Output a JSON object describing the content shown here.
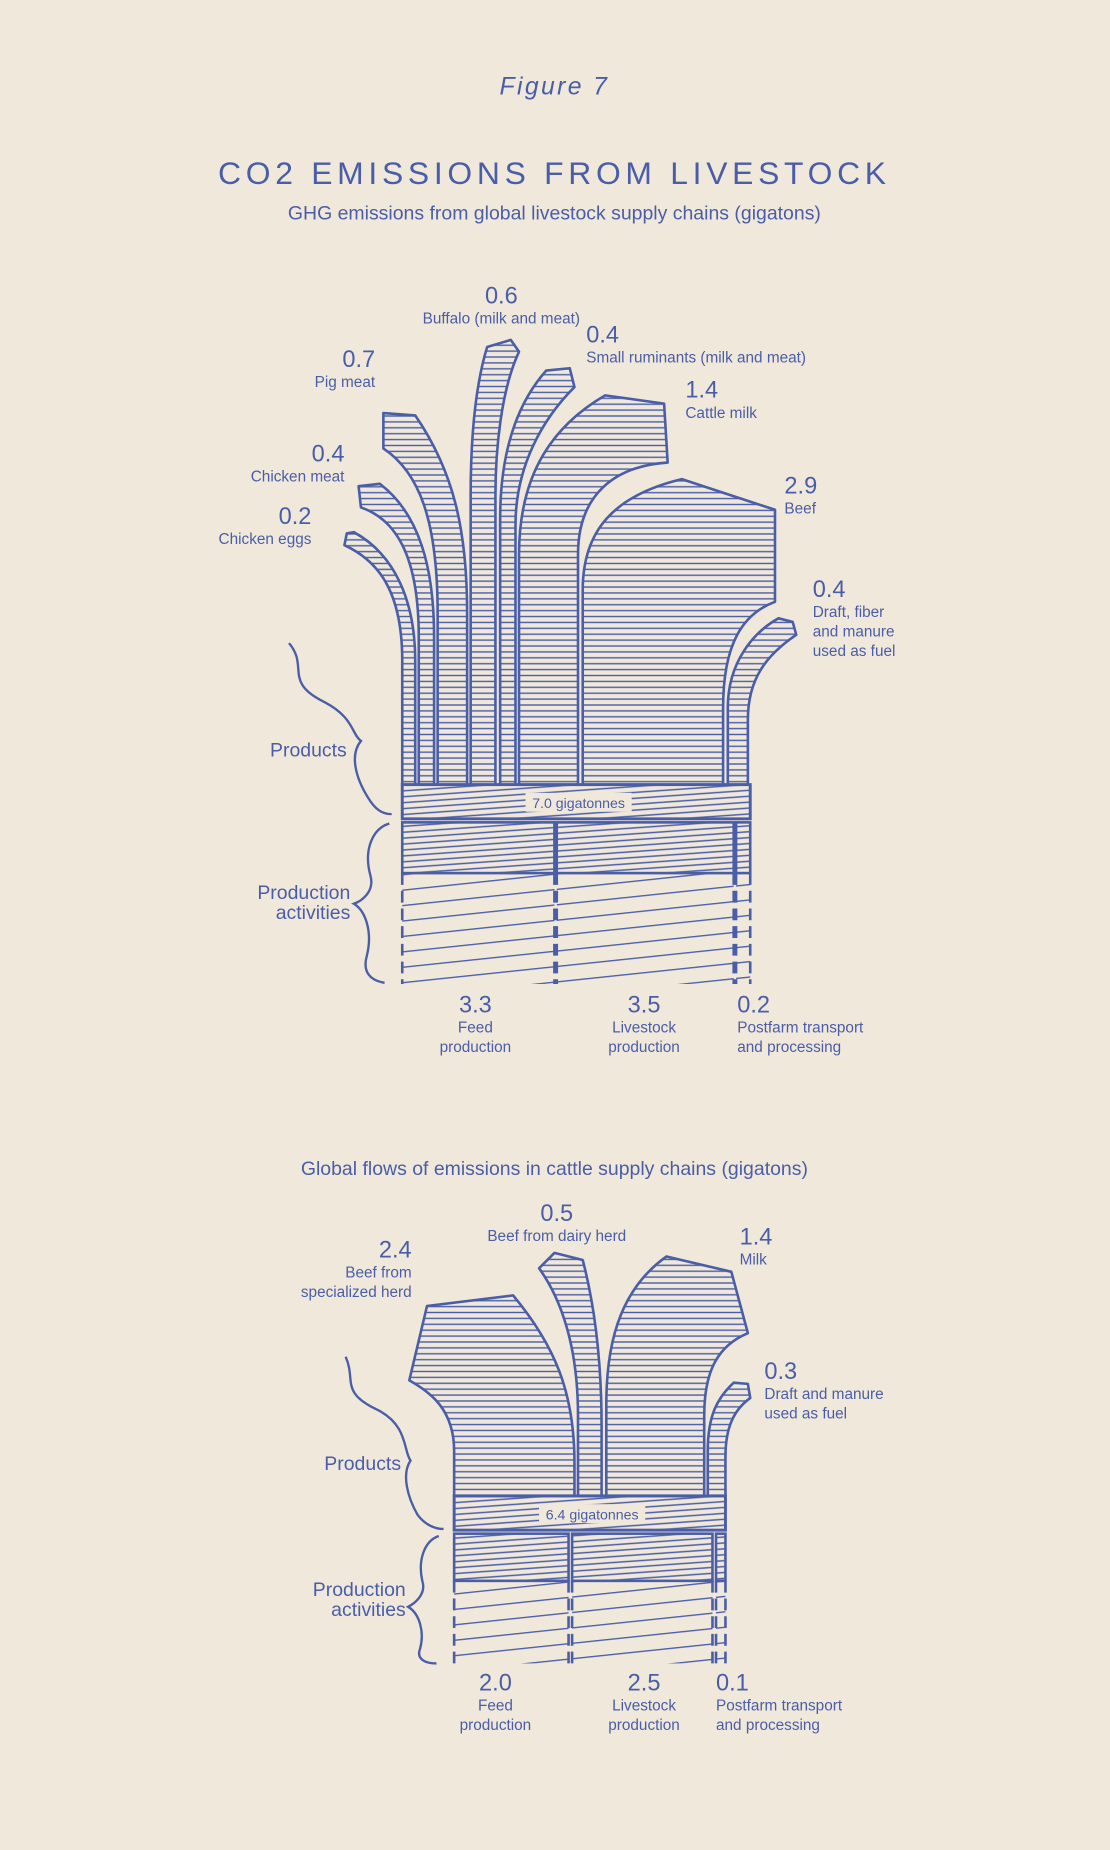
{
  "figure_label": "Figure 7",
  "title": "CO2 EMISSIONS FROM LIVESTOCK",
  "colors": {
    "background": "#f0e8da",
    "ink": "#4a5ea8"
  },
  "chart_data": [
    {
      "type": "sankey",
      "title": "GHG emissions from global livestock supply chains (gigatons)",
      "total_label": "7.0 gigatonnes",
      "total": 7.0,
      "products_label": "Products",
      "activities_label": [
        "Production",
        "activities"
      ],
      "products": [
        {
          "name": "Chicken eggs",
          "lines": [
            "Chicken eggs"
          ],
          "value": 0.2,
          "value_label": "0.2"
        },
        {
          "name": "Chicken meat",
          "lines": [
            "Chicken meat"
          ],
          "value": 0.4,
          "value_label": "0.4"
        },
        {
          "name": "Pig meat",
          "lines": [
            "Pig meat"
          ],
          "value": 0.7,
          "value_label": "0.7"
        },
        {
          "name": "Buffalo (milk and meat)",
          "lines": [
            "Buffalo (milk and meat)"
          ],
          "value": 0.6,
          "value_label": "0.6"
        },
        {
          "name": "Small ruminants (milk and meat)",
          "lines": [
            "Small ruminants (milk and meat)"
          ],
          "value": 0.4,
          "value_label": "0.4"
        },
        {
          "name": "Cattle milk",
          "lines": [
            "Cattle milk"
          ],
          "value": 1.4,
          "value_label": "1.4"
        },
        {
          "name": "Beef",
          "lines": [
            "Beef"
          ],
          "value": 2.9,
          "value_label": "2.9"
        },
        {
          "name": "Draft, fiber and manure used as fuel",
          "lines": [
            "Draft, fiber",
            "and manure",
            "used as fuel"
          ],
          "value": 0.4,
          "value_label": "0.4"
        }
      ],
      "activities": [
        {
          "name": "Feed production",
          "lines": [
            "Feed",
            "production"
          ],
          "value": 3.3,
          "value_label": "3.3"
        },
        {
          "name": "Livestock production",
          "lines": [
            "Livestock",
            "production"
          ],
          "value": 3.5,
          "value_label": "3.5"
        },
        {
          "name": "Postfarm transport and processing",
          "lines": [
            "Postfarm transport",
            "and processing"
          ],
          "value": 0.2,
          "value_label": "0.2"
        }
      ]
    },
    {
      "type": "sankey",
      "title": "Global flows of emissions in cattle supply chains (gigatons)",
      "total_label": "6.4 gigatonnes",
      "total": 6.4,
      "products_label": "Products",
      "activities_label": [
        "Production",
        "activities"
      ],
      "products": [
        {
          "name": "Beef from specialized herd",
          "lines": [
            "Beef from",
            "specialized herd"
          ],
          "value": 2.4,
          "value_label": "2.4"
        },
        {
          "name": "Beef from dairy herd",
          "lines": [
            "Beef from dairy herd"
          ],
          "value": 0.5,
          "value_label": "0.5"
        },
        {
          "name": "Milk",
          "lines": [
            "Milk"
          ],
          "value": 1.4,
          "value_label": "1.4"
        },
        {
          "name": "Draft and manure used as fuel",
          "lines": [
            "Draft and manure",
            "used as fuel"
          ],
          "value": 0.3,
          "value_label": "0.3"
        }
      ],
      "activities": [
        {
          "name": "Feed production",
          "lines": [
            "Feed",
            "production"
          ],
          "value": 2.0,
          "value_label": "2.0"
        },
        {
          "name": "Livestock production",
          "lines": [
            "Livestock",
            "production"
          ],
          "value": 2.5,
          "value_label": "2.5"
        },
        {
          "name": "Postfarm transport and processing",
          "lines": [
            "Postfarm transport",
            "and processing"
          ],
          "value": 0.1,
          "value_label": "0.1"
        }
      ]
    }
  ]
}
